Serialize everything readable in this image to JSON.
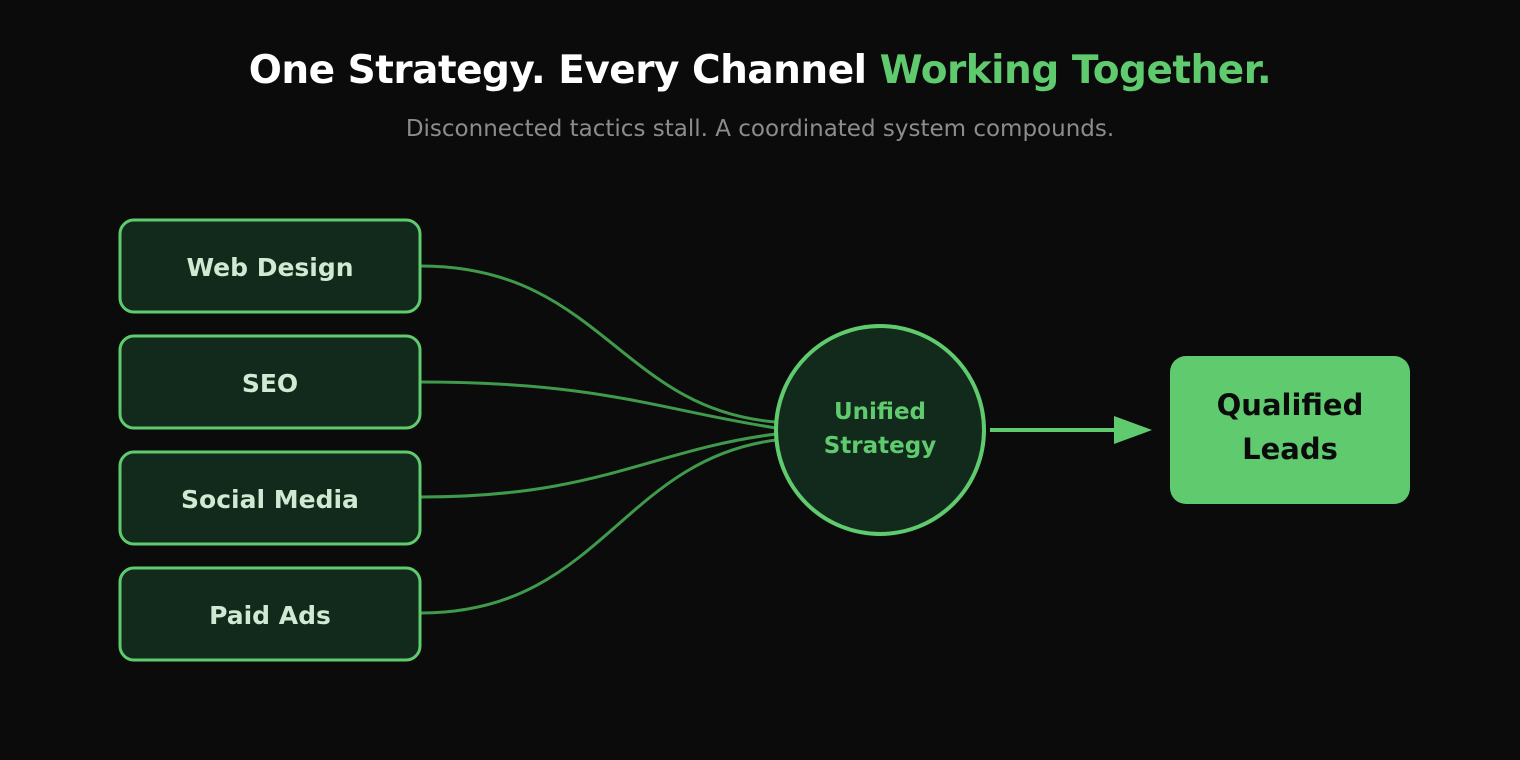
{
  "header": {
    "title_main": "One Strategy. Every Channel ",
    "title_accent": "Working Together.",
    "subtitle": "Disconnected tactics stall. A coordinated system compounds."
  },
  "diagram": {
    "channels": [
      {
        "label": "Web Design"
      },
      {
        "label": "SEO"
      },
      {
        "label": "Social Media"
      },
      {
        "label": "Paid Ads"
      }
    ],
    "hub": {
      "line1": "Unified",
      "line2": "Strategy"
    },
    "output": {
      "line1": "Qualified",
      "line2": "Leads"
    }
  },
  "colors": {
    "background": "#0b0b0b",
    "accent": "#5fcb6e",
    "node_fill": "#122a1b",
    "node_text": "#cfe9d3",
    "connector": "#3f9a4c",
    "subtitle": "#8c8c8c",
    "output_text": "#0b0b0b"
  }
}
